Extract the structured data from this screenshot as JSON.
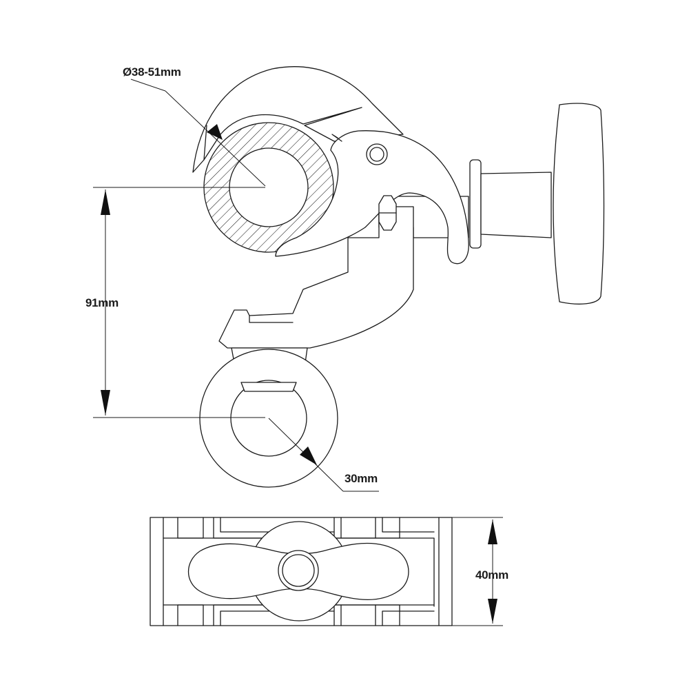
{
  "labels": {
    "tube_diameter": "Ø38-51mm",
    "height": "91mm",
    "ball": "30mm",
    "width": "40mm"
  },
  "colors": {
    "line": "#1a1a1a",
    "background": "#ffffff"
  }
}
